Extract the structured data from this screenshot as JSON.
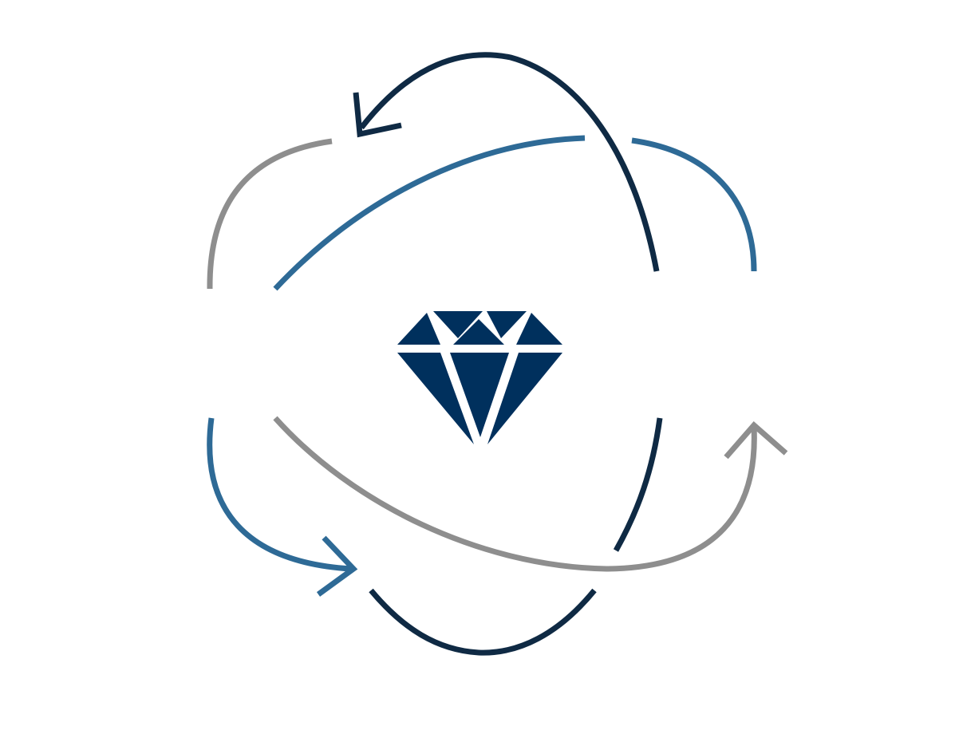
{
  "diagram": {
    "type": "cycle-diagram",
    "center_icon": "diamond-icon",
    "orbits": [
      {
        "name": "dark-navy-loop",
        "color": "#0f2a44"
      },
      {
        "name": "steel-blue-loop",
        "color": "#2e6a96"
      },
      {
        "name": "gray-loop",
        "color": "#8e8e8e"
      }
    ],
    "colors": {
      "diamond": "#00305d",
      "dark_navy": "#0f2a44",
      "steel_blue": "#2e6a96",
      "gray": "#8e8e8e",
      "background": "#ffffff"
    }
  }
}
